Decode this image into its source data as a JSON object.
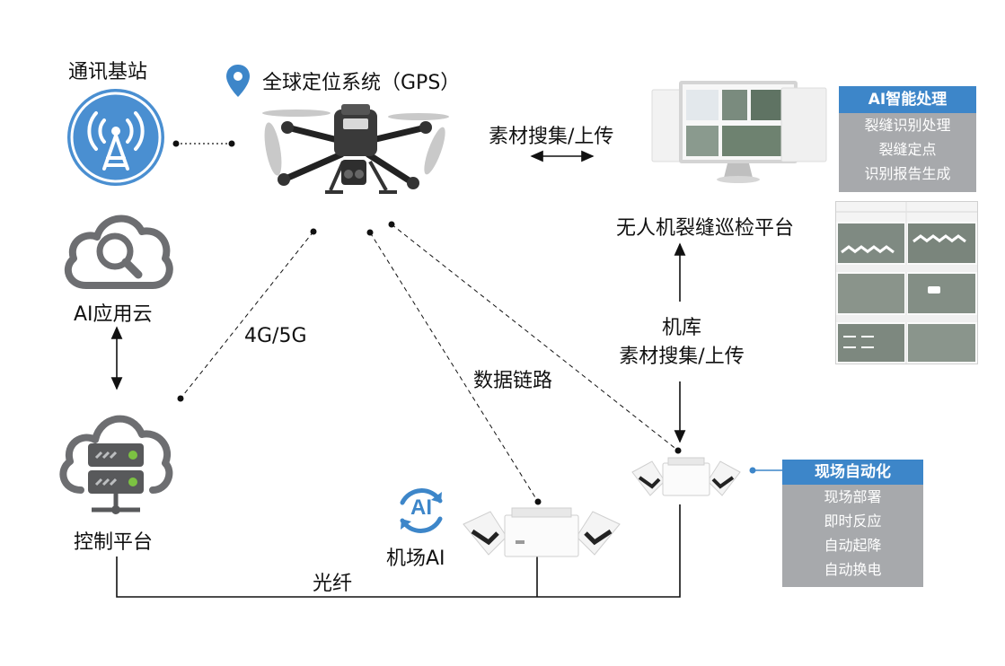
{
  "nodes": {
    "base_station": "通讯基站",
    "gps": "全球定位系统（GPS）",
    "ai_cloud": "AI应用云",
    "control_platform": "控制平台",
    "hangar_ai": "机场AI",
    "inspection_platform": "无人机裂缝巡检平台"
  },
  "edges": {
    "upload_top": "素材搜集/上传",
    "network": "4G/5G",
    "data_link": "数据链路",
    "hangar_line1": "机库",
    "hangar_line2": "素材搜集/上传",
    "fiber": "光纤"
  },
  "ai_panel": {
    "title": "AI智能处理",
    "items": [
      "裂缝识别处理",
      "裂缝定点",
      "识别报告生成"
    ]
  },
  "auto_panel": {
    "title": "现场自动化",
    "items": [
      "现场部署",
      "即时反应",
      "自动起降",
      "自动换电"
    ]
  },
  "icons": {
    "ai_badge": "AI"
  },
  "colors": {
    "accent": "#3d86c9",
    "panel_gray": "#a7a9ac",
    "icon_gray": "#6d6e71"
  }
}
